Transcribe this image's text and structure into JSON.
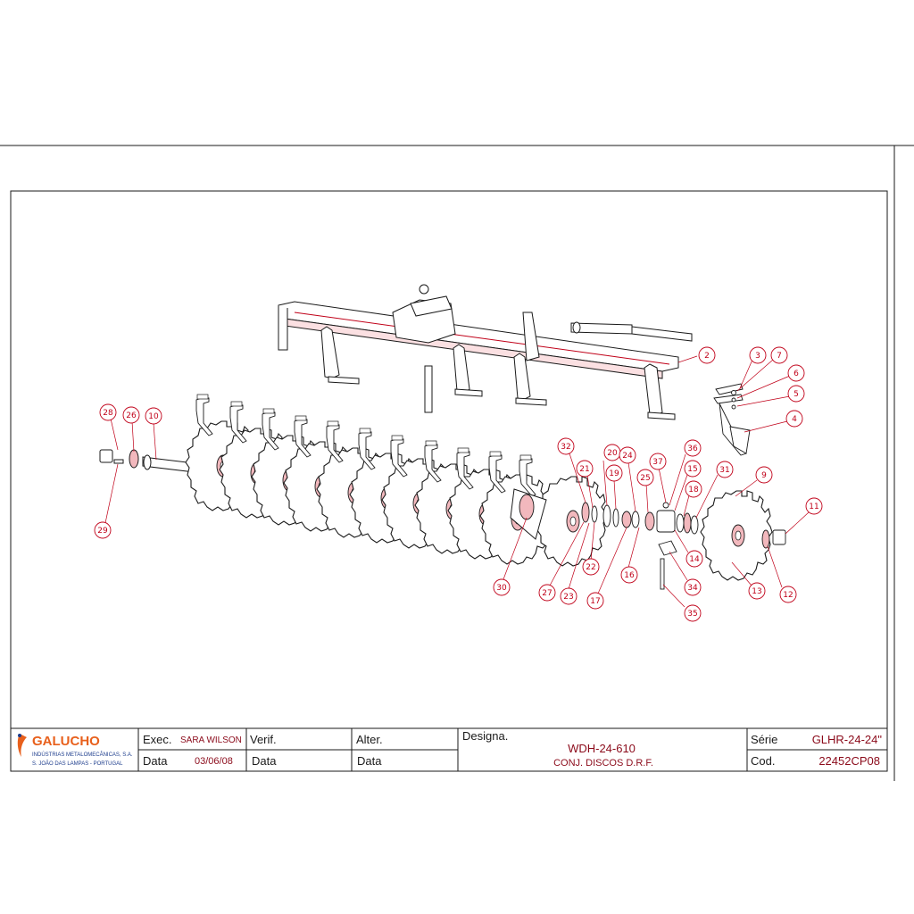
{
  "colors": {
    "callout": "#c00018",
    "line": "#1a1a1a",
    "accent_fill": "#f2b8bd",
    "logo_orange": "#e8601c",
    "logo_blue": "#1c3c8c",
    "value_text": "#8b0a1a"
  },
  "callouts": [
    "2",
    "3",
    "7",
    "6",
    "5",
    "4",
    "28",
    "26",
    "10",
    "29",
    "30",
    "32",
    "21",
    "20",
    "19",
    "24",
    "22",
    "27",
    "23",
    "25",
    "37",
    "36",
    "15",
    "18",
    "31",
    "9",
    "17",
    "16",
    "14",
    "34",
    "35",
    "13",
    "12",
    "11"
  ],
  "title_block": {
    "logo_text": "GALUCHO",
    "company_line1": "INDÚSTRIAS METALOMECÂNICAS, S.A.",
    "company_line2": "S. JOÃO DAS LAMPAS - PORTUGAL",
    "exec_label": "Exec.",
    "exec_value": "SARA WILSON",
    "verif_label": "Verif.",
    "alter_label": "Alter.",
    "data_label_1": "Data",
    "data_value_1": "03/06/08",
    "data_label_2": "Data",
    "data_label_3": "Data",
    "designa_label": "Designa.",
    "designa_value1": "WDH-24-610",
    "designa_value2": "CONJ. DISCOS D.R.F.",
    "serie_label": "Série",
    "serie_value": "GLHR-24-24\"",
    "cod_label": "Cod.",
    "cod_value": "22452CP08"
  }
}
